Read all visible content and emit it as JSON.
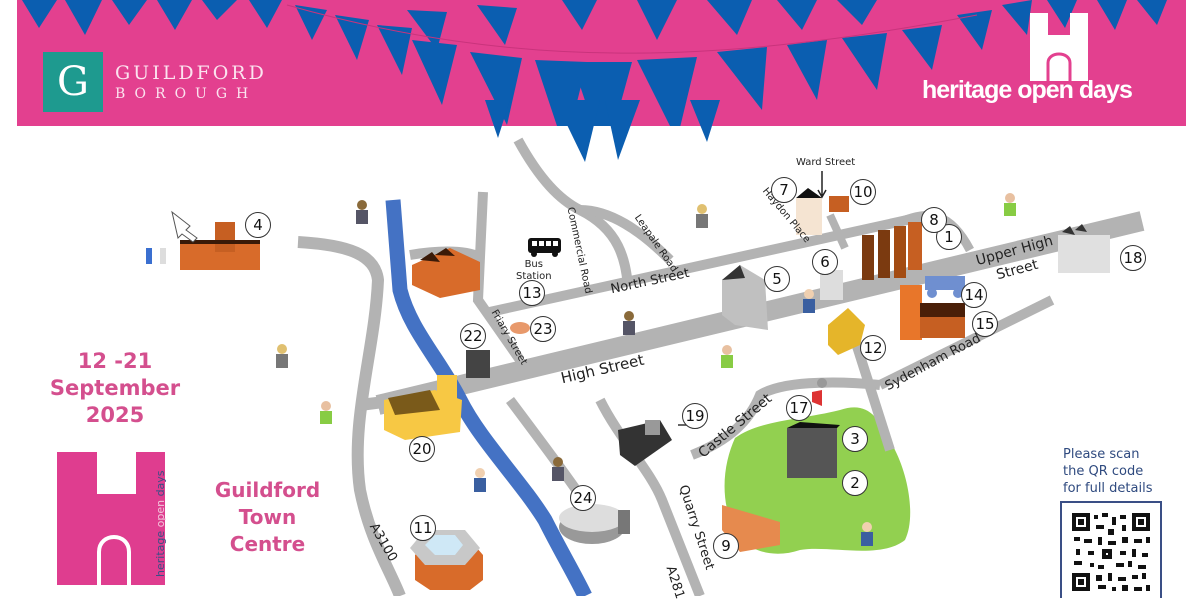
{
  "header": {
    "council_logo_letter": "G",
    "council_name_line1": "GUILDFORD",
    "council_name_line2": "BOROUGH",
    "event_brand": "heritage open days",
    "colors": {
      "banner_pink": "#e3408f",
      "bunting_blue": "#0b5eb0",
      "council_teal": "#1e9a8f"
    }
  },
  "event": {
    "date_line1": "12 -21",
    "date_line2": "September",
    "date_line3": "2025",
    "location_line1": "Guildford",
    "location_line2": "Town",
    "location_line3": "Centre",
    "vertical_brand": "heritage open days",
    "accent_color": "#d44f8e"
  },
  "qr": {
    "line1": "Please scan",
    "line2": "the QR code",
    "line3": "for full details"
  },
  "map": {
    "streets": {
      "high_street": "High Street",
      "north_street": "North Street",
      "upper_high_street_1": "Upper High",
      "upper_high_street_2": "Street",
      "sydenham_road": "Sydenham Road",
      "castle_street": "Castle Street",
      "quarry_street": "Quarry Street",
      "a281": "A281",
      "a3100": "A3100",
      "friary_street": "Friary Street",
      "commercial_road": "Commercial Road",
      "leapale_road": "Leapale Road",
      "haydon_place": "Haydon Place",
      "ward_street": "Ward Street"
    },
    "bus_station_line1": "Bus",
    "bus_station_line2": "Station",
    "colors": {
      "road": "#b3b3b3",
      "river": "#4472c4",
      "park": "#92d050"
    },
    "sites": [
      {
        "n": "1"
      },
      {
        "n": "2"
      },
      {
        "n": "3"
      },
      {
        "n": "4"
      },
      {
        "n": "5"
      },
      {
        "n": "6"
      },
      {
        "n": "7"
      },
      {
        "n": "8"
      },
      {
        "n": "9"
      },
      {
        "n": "10"
      },
      {
        "n": "11"
      },
      {
        "n": "12"
      },
      {
        "n": "13"
      },
      {
        "n": "14"
      },
      {
        "n": "15"
      },
      {
        "n": "17"
      },
      {
        "n": "18"
      },
      {
        "n": "19"
      },
      {
        "n": "20"
      },
      {
        "n": "22"
      },
      {
        "n": "23"
      },
      {
        "n": "24"
      }
    ]
  }
}
